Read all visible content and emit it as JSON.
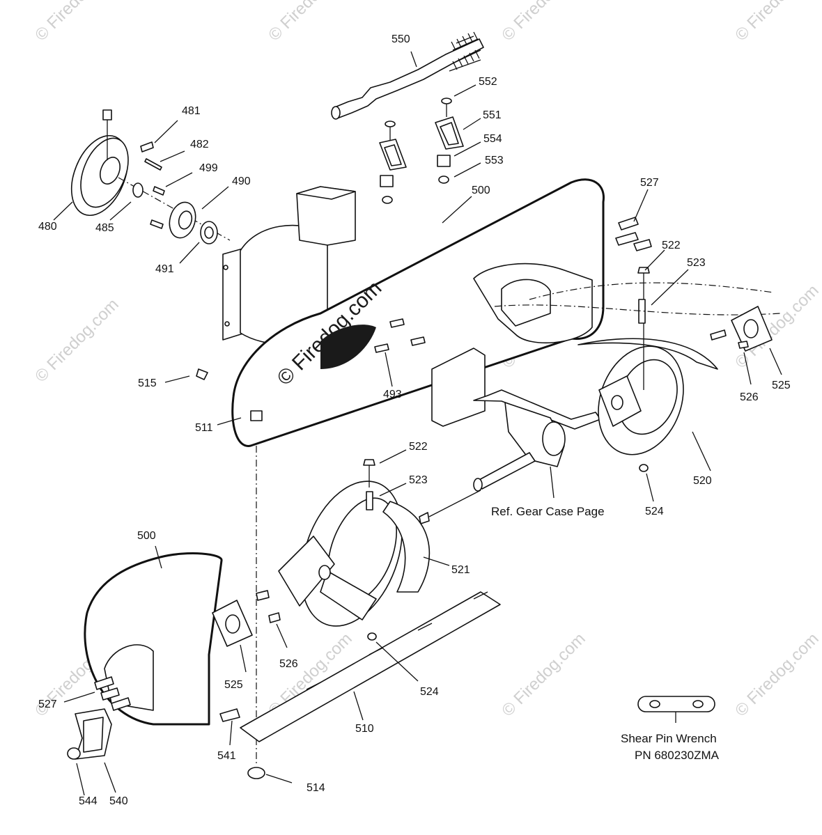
{
  "watermark": {
    "text": "© Firedog.com",
    "center_text": "© Firedog.com"
  },
  "callouts": [
    "550",
    "552",
    "551",
    "554",
    "553",
    "481",
    "482",
    "499",
    "490",
    "480",
    "485",
    "491",
    "500",
    "527",
    "522",
    "523",
    "515",
    "511",
    "493",
    "525",
    "526",
    "520",
    "524",
    "522",
    "523",
    "521",
    "500",
    "526",
    "525",
    "524",
    "527",
    "541",
    "510",
    "544",
    "540",
    "514"
  ],
  "annotations": {
    "gear_case_ref": "Ref. Gear Case Page",
    "wrench_title": "Shear Pin Wrench",
    "wrench_pn": "PN 680230ZMA"
  }
}
